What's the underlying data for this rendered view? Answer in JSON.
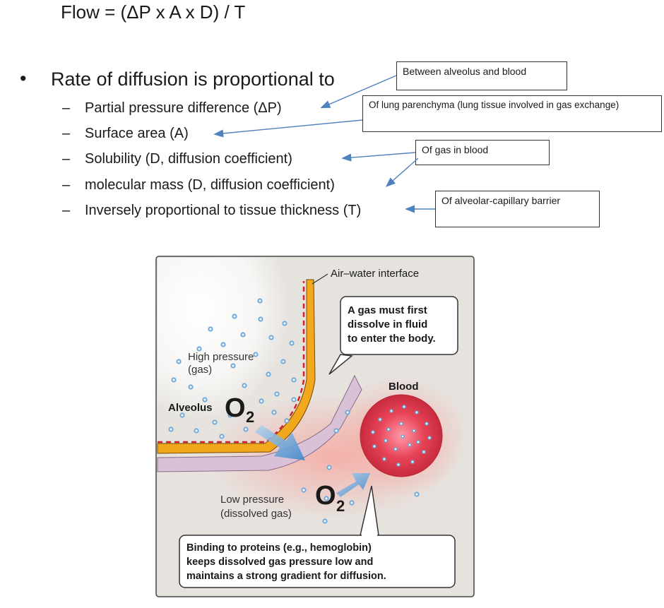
{
  "formula": "Flow = (ΔP x A x D) / T",
  "bullet_symbol": "•",
  "dash_symbol": "–",
  "main_point": "Rate of diffusion is proportional to",
  "factors": [
    "Partial pressure difference (ΔP)",
    "Surface area (A)",
    "Solubility (D, diffusion coefficient)",
    "molecular mass (D, diffusion coefficient)",
    "Inversely proportional to tissue thickness (T)"
  ],
  "callouts": {
    "alveolus_blood": "Between alveolus and blood",
    "parenchyma": "Of lung parenchyma (lung tissue involved in gas exchange)",
    "gas_in_blood": "Of gas in blood",
    "barrier": "Of alveolar-capillary barrier"
  },
  "figure": {
    "air_water": "Air–water interface",
    "dissolve_line1": "A gas must first",
    "dissolve_line2": "dissolve in fluid",
    "dissolve_line3": "to enter the body.",
    "high_pressure_line1": "High pressure",
    "high_pressure_line2": "(gas)",
    "alveolus": "Alveolus",
    "o2_symbol": "O",
    "o2_sub": "2",
    "blood": "Blood",
    "low_pressure_line1": "Low pressure",
    "low_pressure_line2": "(dissolved gas)",
    "binding_line1": "Binding to proteins (e.g., hemoglobin)",
    "binding_line2": "keeps dissolved gas pressure low and",
    "binding_line3": "maintains a strong gradient for diffusion."
  },
  "colors": {
    "arrow_blue": "#4f81bd",
    "alveolus_wall": "#f2a81d",
    "blood_red": "#e0344a",
    "bubble_blue": "#6fa9d8",
    "figure_bg": "#e6e3df"
  }
}
